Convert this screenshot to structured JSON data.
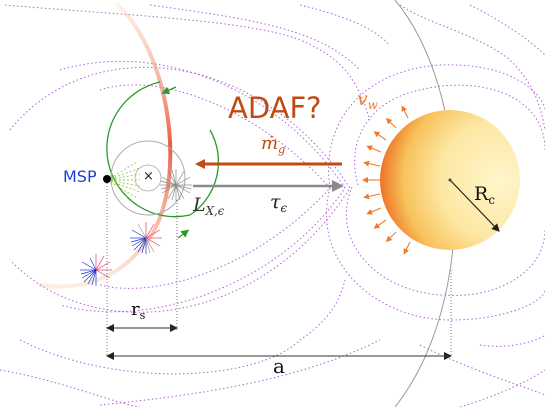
{
  "labels": {
    "adaf": "ADAF?",
    "msp": "MSP",
    "vw_main": "v",
    "vw_sub": "w",
    "mdot_main": "ṁ",
    "mdot_sub": "g",
    "lx_main": "L",
    "lx_sub": "X,ϵ",
    "tau_main": "τ",
    "tau_sub": "ϵ",
    "rc_main": "R",
    "rc_sub": "c",
    "rs_main": "r",
    "rs_sub": "s",
    "a": "a",
    "cross": "×"
  },
  "colors": {
    "accretion_arrow": "#c04a12",
    "wind": "#f07a2a",
    "orbit_blue": "#2030d8",
    "pulsar_pink": "#e63a6a",
    "green": "#2a9a2a",
    "gray_arrow": "#8a8a8a",
    "field_lines": "#b060d8",
    "msp_label": "#1f3fd8"
  }
}
